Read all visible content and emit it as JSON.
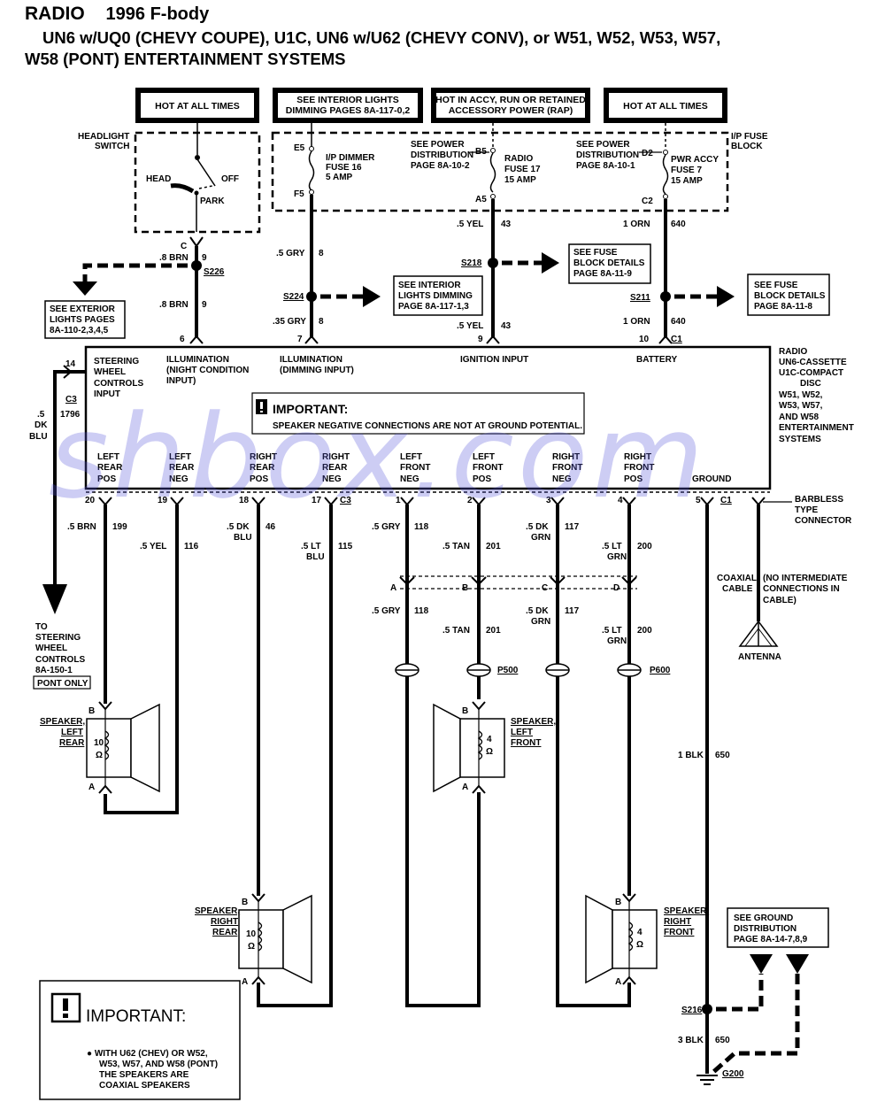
{
  "header": {
    "title": "RADIO",
    "subtitle": "1996 F-body",
    "line1": "UN6 w/UQ0 (CHEVY COUPE), U1C, UN6 w/U62 (CHEVY CONV), or W51, W52, W53, W57,",
    "line2": "W58 (PONT) ENTERTAINMENT SYSTEMS"
  },
  "watermark": "shbox.com",
  "top_boxes": {
    "hot1": "HOT AT ALL TIMES",
    "interior_1": "SEE INTERIOR LIGHTS",
    "interior_2": "DIMMING PAGES 8A-117-0,2",
    "accy_1": "HOT IN ACCY, RUN OR RETAINED",
    "accy_2": "ACCESSORY POWER (RAP)",
    "hot2": "HOT AT ALL TIMES"
  },
  "headlight": {
    "label_1": "HEADLIGHT",
    "label_2": "SWITCH",
    "head": "HEAD",
    "off": "OFF",
    "park": "PARK"
  },
  "fuse_block": {
    "label_1": "I/P FUSE",
    "label_2": "BLOCK",
    "e5": "E5",
    "f5": "F5",
    "dimmer_1": "I/P DIMMER",
    "dimmer_2": "FUSE 16",
    "dimmer_3": "5 AMP",
    "b5": "B5",
    "a5": "A5",
    "pd1_1": "SEE POWER",
    "pd1_2": "DISTRIBUTION",
    "pd1_3": "PAGE 8A-10-2",
    "radio_fuse_1": "RADIO",
    "radio_fuse_2": "FUSE 17",
    "radio_fuse_3": "15 AMP",
    "d2": "D2",
    "c2": "C2",
    "pd2_1": "SEE POWER",
    "pd2_2": "DISTRIBUTION",
    "pd2_3": "PAGE 8A-10-1",
    "pwr_fuse_1": "PWR ACCY",
    "pwr_fuse_2": "FUSE 7",
    "pwr_fuse_3": "15 AMP"
  },
  "wires_top": {
    "c_label": "C",
    "w9a_size": ".8 BRN",
    "w9a_num": "9",
    "s226": "S226",
    "w9b_size": ".8 BRN",
    "w9b_num": "9",
    "pin6": "6",
    "w8a_size": ".5 GRY",
    "w8a_num": "8",
    "s224": "S224",
    "w8b_size": ".35 GRY",
    "w8b_num": "8",
    "pin7": "7",
    "w43a_size": ".5 YEL",
    "w43a_num": "43",
    "s218": "S218",
    "w43b_size": ".5 YEL",
    "w43b_num": "43",
    "pin9": "9",
    "w640a_size": "1 ORN",
    "w640a_num": "640",
    "s211": "S211",
    "w640b_size": "1 ORN",
    "w640b_num": "640",
    "pin10": "10",
    "c1": "C1"
  },
  "refs": {
    "ext_lights_1": "SEE EXTERIOR",
    "ext_lights_2": "LIGHTS PAGES",
    "ext_lights_3": "8A-110-2,3,4,5",
    "int_dim_1": "SEE INTERIOR",
    "int_dim_2": "LIGHTS DIMMING",
    "int_dim_3": "PAGE 8A-117-1,3",
    "fuse_det1_1": "SEE FUSE",
    "fuse_det1_2": "BLOCK DETAILS",
    "fuse_det1_3": "PAGE 8A-11-9",
    "fuse_det2_1": "SEE FUSE",
    "fuse_det2_2": "BLOCK DETAILS",
    "fuse_det2_3": "PAGE 8A-11-8"
  },
  "radio": {
    "label_1": "RADIO",
    "label_2": "UN6-CASSETTE",
    "label_3": "U1C-COMPACT",
    "label_4": "DISC",
    "label_5": "W51, W52,",
    "label_6": "W53, W57,",
    "label_7": "AND W58",
    "label_8": "ENTERTAINMENT",
    "label_9": "SYSTEMS",
    "steer_1": "STEERING",
    "steer_2": "WHEEL",
    "steer_3": "CONTROLS",
    "steer_4": "INPUT",
    "illum_night_1": "ILLUMINATION",
    "illum_night_2": "(NIGHT CONDITION",
    "illum_night_3": "INPUT)",
    "illum_dim_1": "ILLUMINATION",
    "illum_dim_2": "(DIMMING INPUT)",
    "ignition": "IGNITION INPUT",
    "battery": "BATTERY",
    "important_title": "IMPORTANT:",
    "important_text": "SPEAKER NEGATIVE CONNECTIONS ARE NOT AT GROUND POTENTIAL.",
    "lrp_1": "LEFT",
    "lrp_2": "REAR",
    "lrp_3": "POS",
    "lrn_1": "LEFT",
    "lrn_2": "REAR",
    "lrn_3": "NEG",
    "rrp_1": "RIGHT",
    "rrp_2": "REAR",
    "rrp_3": "POS",
    "rrn_1": "RIGHT",
    "rrn_2": "REAR",
    "rrn_3": "NEG",
    "lfn_1": "LEFT",
    "lfn_2": "FRONT",
    "lfn_3": "NEG",
    "lfp_1": "LEFT",
    "lfp_2": "FRONT",
    "lfp_3": "POS",
    "rfn_1": "RIGHT",
    "rfn_2": "FRONT",
    "rfn_3": "NEG",
    "rfp_1": "RIGHT",
    "rfp_2": "FRONT",
    "rfp_3": "POS",
    "ground": "GROUND"
  },
  "left_side": {
    "pin14": "14",
    "c3": "C3",
    "wire_1": ".5",
    "wire_2": "DK",
    "wire_3": "BLU",
    "wire_num": "1796",
    "to_1": "TO",
    "to_2": "STEERING",
    "to_3": "WHEEL",
    "to_4": "CONTROLS",
    "to_5": "8A-150-1",
    "pont": "PONT ONLY"
  },
  "bottom_pins": {
    "p20": "20",
    "p19": "19",
    "p18": "18",
    "p17": "17",
    "c3": "C3",
    "p1": "1",
    "p2": "2",
    "p3": "3",
    "p4": "4",
    "p5": "5",
    "c1": "C1"
  },
  "bottom_wires": {
    "w199_size": ".5 BRN",
    "w199_num": "199",
    "w116_size": ".5 YEL",
    "w116_num": "116",
    "w46_1": ".5 DK",
    "w46_2": "BLU",
    "w46_num": "46",
    "w115_1": ".5 LT",
    "w115_2": "BLU",
    "w115_num": "115",
    "w118a_size": ".5 GRY",
    "w118a_num": "118",
    "w201a_size": ".5 TAN",
    "w201a_num": "201",
    "w117a_1": ".5 DK",
    "w117a_2": "GRN",
    "w117a_num": "117",
    "w200a_1": ".5 LT",
    "w200a_2": "GRN",
    "w200a_num": "200",
    "w118b_size": ".5 GRY",
    "w118b_num": "118",
    "w201b_size": ".5 TAN",
    "w201b_num": "201",
    "w117b_1": ".5 DK",
    "w117b_2": "GRN",
    "w117b_num": "117",
    "w200b_1": ".5 LT",
    "w200b_2": "GRN",
    "w200b_num": "200",
    "pa": "A",
    "pb": "B",
    "pc": "C",
    "pd": "D",
    "p500": "P500",
    "p600": "P600",
    "w650a_size": "1 BLK",
    "w650a_num": "650",
    "w650b_size": "3 BLK",
    "w650b_num": "650",
    "s216": "S216",
    "g200": "G200"
  },
  "antenna": {
    "barbless_1": "BARBLESS",
    "barbless_2": "TYPE",
    "barbless_3": "CONNECTOR",
    "coax_1": "COAXIAL",
    "coax_2": "CABLE",
    "noint_1": "(NO INTERMEDIATE",
    "noint_2": "CONNECTIONS IN",
    "noint_3": "CABLE)",
    "antenna": "ANTENNA"
  },
  "speakers": {
    "lr_1": "SPEAKER,",
    "lr_2": "LEFT",
    "lr_3": "REAR",
    "lr_ohm": "10",
    "lr_omega": "Ω",
    "lf_1": "SPEAKER,",
    "lf_2": "LEFT",
    "lf_3": "FRONT",
    "lf_ohm": "4",
    "lf_omega": "Ω",
    "rr_1": "SPEAKER,",
    "rr_2": "RIGHT",
    "rr_3": "REAR",
    "rr_ohm": "10",
    "rr_omega": "Ω",
    "rf_1": "SPEAKER,",
    "rf_2": "RIGHT",
    "rf_3": "FRONT",
    "rf_ohm": "4",
    "rf_omega": "Ω",
    "pin_b": "B",
    "pin_a": "A"
  },
  "ground_dist": {
    "l1": "SEE GROUND",
    "l2": "DISTRIBUTION",
    "l3": "PAGE 8A-14-7,8,9"
  },
  "note": {
    "title": "IMPORTANT:",
    "b1": "● WITH U62 (CHEV) OR W52,",
    "b2": "W53, W57, AND W58 (PONT)",
    "b3": "THE SPEAKERS ARE",
    "b4": "COAXIAL SPEAKERS"
  }
}
